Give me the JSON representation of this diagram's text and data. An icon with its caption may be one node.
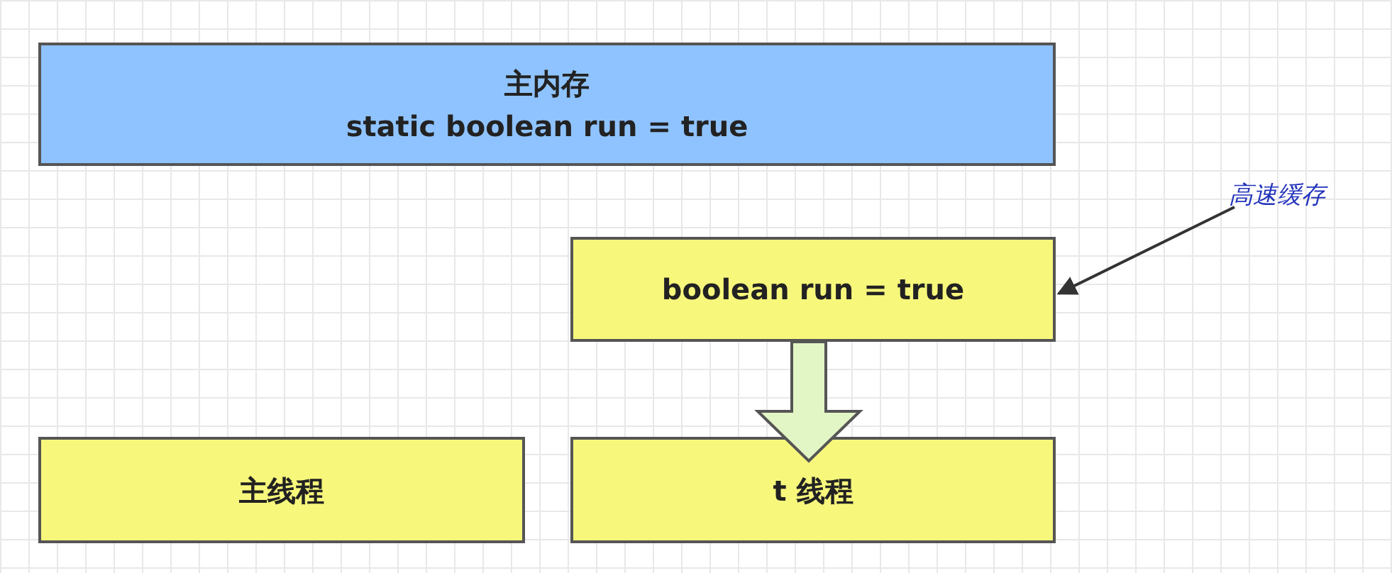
{
  "diagram": {
    "nodes": [
      {
        "text": [
          "主内存",
          "static boolean run = true"
        ]
      },
      {
        "text": [
          "高速缓存"
        ]
      },
      {
        "text": [
          "boolean run = true"
        ]
      },
      {
        "text": [
          "主线程"
        ]
      },
      {
        "text": [
          "t 线程"
        ]
      }
    ],
    "edges": [
      {
        "from": 1,
        "to": 2,
        "arrow": "to"
      },
      {
        "from": 2,
        "to": 4,
        "arrow": "to",
        "color": "#e2f5c4"
      }
    ]
  }
}
